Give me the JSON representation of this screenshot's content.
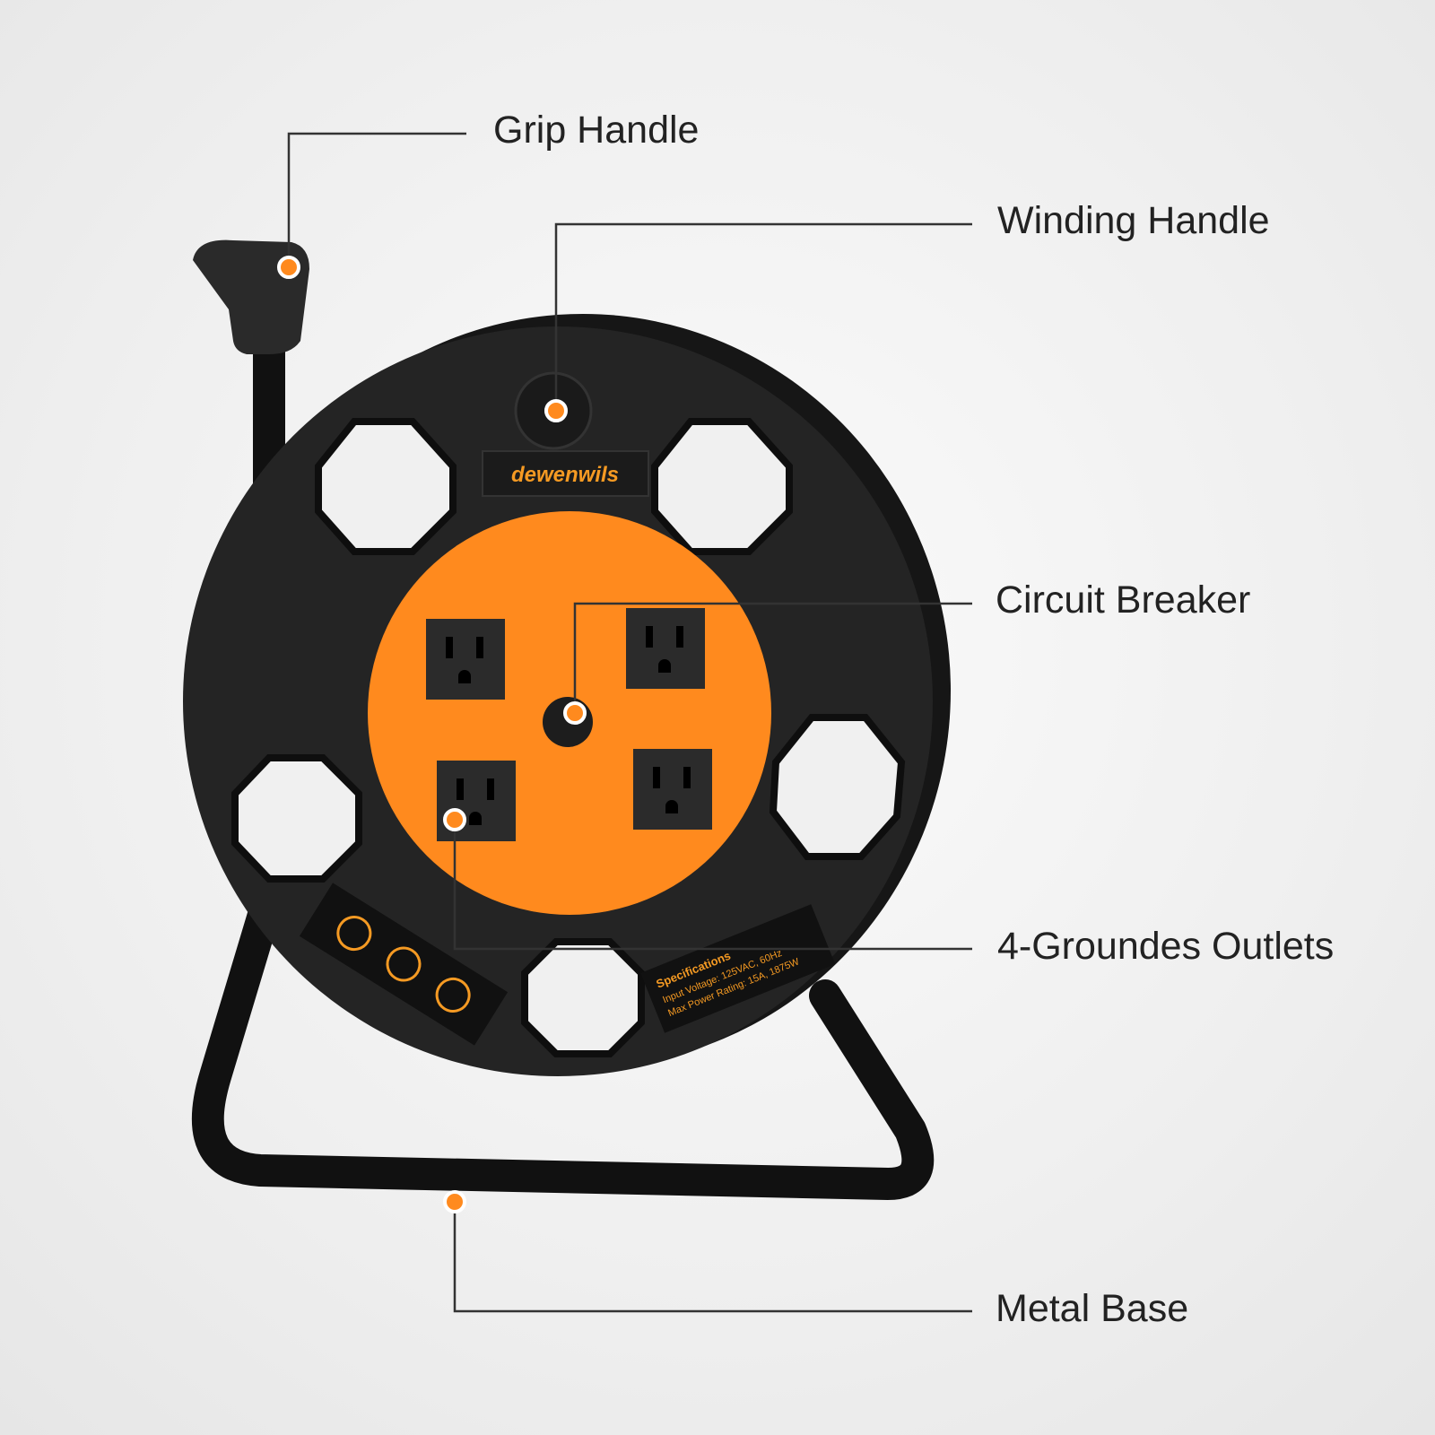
{
  "callouts": {
    "grip_handle": "Grip Handle",
    "winding_handle": "Winding Handle",
    "circuit_breaker": "Circuit Breaker",
    "outlets": "4-Groundes Outlets",
    "metal_base": "Metal Base"
  },
  "product": {
    "brand": "dewenwils",
    "spec_title": "Specifications",
    "spec_voltage": "Input Voltage: 125VAC, 60Hz",
    "spec_power": "Max Power Rating: 15A, 1875W"
  },
  "colors": {
    "accent": "#ff8a1e",
    "reel": "#1e1e1e",
    "label_text": "#222222",
    "brand_text": "#f59a23"
  }
}
